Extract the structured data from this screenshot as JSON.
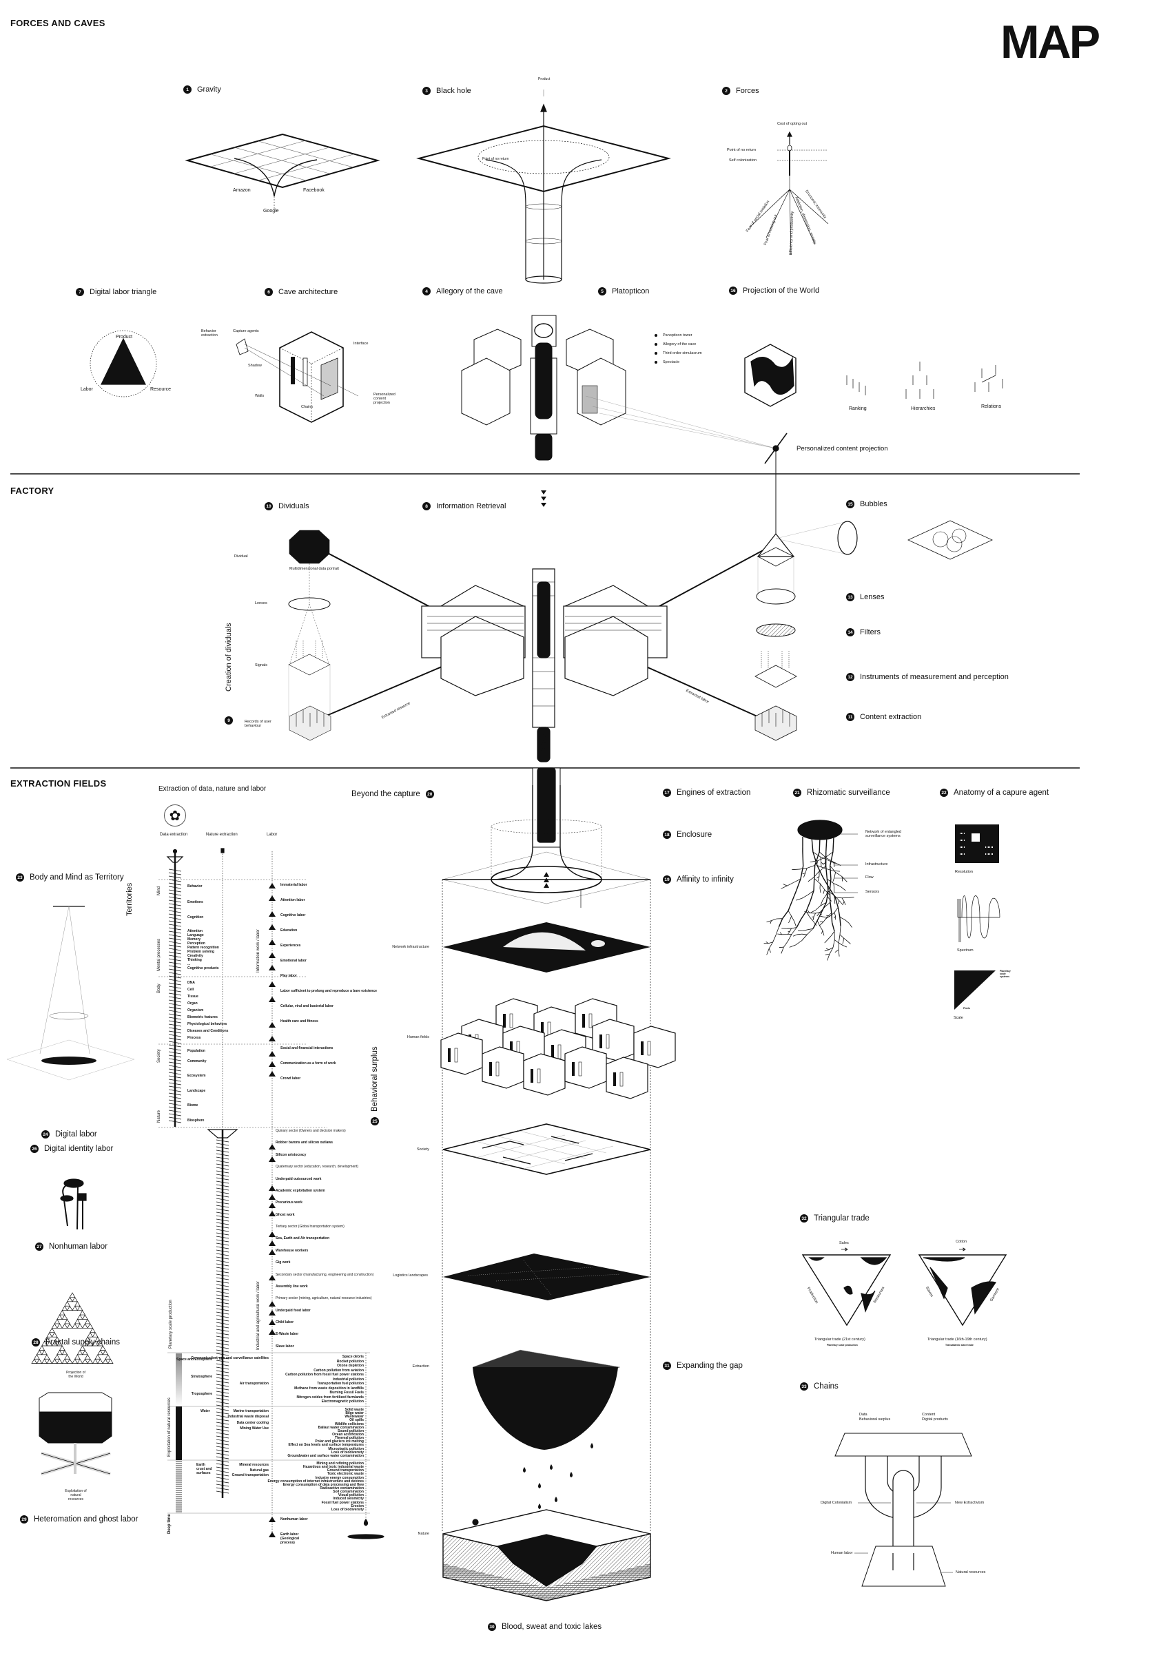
{
  "title": "MAP",
  "sections": {
    "forces": "FORCES AND CAVES",
    "factory": "FACTORY",
    "extraction": "EXTRACTION FIELDS"
  },
  "items": {
    "gravity": {
      "num": "1",
      "label": "Gravity"
    },
    "forces": {
      "num": "2",
      "label": "Forces"
    },
    "black_hole": {
      "num": "3",
      "label": "Black hole"
    },
    "allegory": {
      "num": "4",
      "label": "Allegory of the cave"
    },
    "platopticon": {
      "num": "5",
      "label": "Platopticon"
    },
    "cave_architecture": {
      "num": "6",
      "label": "Cave architecture"
    },
    "digital_labor_triangle": {
      "num": "7",
      "label": "Digital labor triangle"
    },
    "information_retrieval": {
      "num": "8",
      "label": "Information Retrieval"
    },
    "creation_of_dividuals": {
      "num": "9",
      "label": "Creation of dividuals"
    },
    "dividuals": {
      "num": "10",
      "label": "Dividuals"
    },
    "content_extraction": {
      "num": "11",
      "label": "Content extraction"
    },
    "instruments": {
      "num": "12",
      "label": "Instruments of measurement and perception"
    },
    "lenses": {
      "num": "13",
      "label": "Lenses"
    },
    "filters": {
      "num": "14",
      "label": "Filters"
    },
    "bubbles": {
      "num": "15",
      "label": "Bubbles"
    },
    "projection_world": {
      "num": "16",
      "label": "Projection of the World"
    },
    "engines": {
      "num": "17",
      "label": "Engines of extraction"
    },
    "enclosure": {
      "num": "18",
      "label": "Enclosure"
    },
    "affinity": {
      "num": "19",
      "label": "Affinity to infinity"
    },
    "beyond_capture": {
      "num": "20",
      "label": "Beyond the capture"
    },
    "rhizomatic": {
      "num": "21",
      "label": "Rhizomatic surveillance"
    },
    "anatomy": {
      "num": "22",
      "label": "Anatomy of a capure agent"
    },
    "body_mind": {
      "num": "23",
      "label": "Body and Mind as Territory"
    },
    "digital_labor": {
      "num": "24",
      "label": "Digital labor"
    },
    "behavioral_surplus": {
      "num": "25",
      "label": "Behavioral surplus"
    },
    "digital_identity": {
      "num": "26",
      "label": "Digital identity labor"
    },
    "nonhuman": {
      "num": "27",
      "label": "Nonhuman labor"
    },
    "fractal": {
      "num": "28",
      "label": "Fractal supply chains"
    },
    "heteromation": {
      "num": "29",
      "label": "Heteromation and ghost labor"
    },
    "blood": {
      "num": "30",
      "label": "Blood, sweat and toxic lakes"
    },
    "expanding_gap": {
      "num": "31",
      "label": "Expanding the gap"
    },
    "triangular_trade": {
      "num": "32",
      "label": "Triangular trade"
    },
    "chains": {
      "num": "33",
      "label": "Chains"
    }
  },
  "forces_caves": {
    "gravity_labels": [
      "Amazon",
      "Facebook",
      "Google"
    ],
    "black_hole_labels": {
      "product": "Product",
      "point": "Point of no return"
    },
    "forces_labels": {
      "cost": "Cost of opting out",
      "point": "Point of no return",
      "self": "Self colonization",
      "rays": [
        "Fear of social isolation",
        "Fear of missing out",
        "Efficiency and productivity",
        "Addiction, depression, anxiety",
        "Economic insecurity"
      ]
    },
    "triangle_labels": {
      "top": "Product",
      "left": "Labor",
      "right": "Resource"
    },
    "cave_labels": {
      "behavior": "Behavior extraction",
      "capture": "Capture agents",
      "interface": "Interface",
      "shadow": "Shadow",
      "walls": "Walls",
      "chains": "Chains",
      "projection": "Personalized content projection"
    },
    "platopticon_legend": [
      "Panopticon tower",
      "Allegory of the cave",
      "Third order simulacrum",
      "Spectacle"
    ],
    "world_labels": [
      "Ranking",
      "Hierarchies",
      "Relations"
    ],
    "personalized": "Personalized content projection"
  },
  "factory": {
    "dividual": "Dividual",
    "portrait": "Multidimensional data portrait",
    "lenses": "Lenses",
    "signals": "Signals",
    "records": "Records of user behaviour",
    "extracted_resource": "Extracted resource",
    "extracted_labor": "Extracted labor"
  },
  "extraction": {
    "title": "Extraction of data, nature and labor",
    "columns": [
      "Data extraction",
      "Nature extraction",
      "Labor"
    ],
    "territories": "Territories",
    "bands": [
      "Mind",
      "Mental processes",
      "Body",
      "Society",
      "Nature"
    ],
    "data_mind": [
      "Behavior",
      "Emotions",
      "Cognition"
    ],
    "data_mental": [
      "Attention",
      "Language",
      "Memory",
      "Perception",
      "Pattern recognition",
      "Problem solving",
      "Creativity",
      "Thinking",
      "...",
      "Cognitive products"
    ],
    "data_body": [
      "DNA",
      "Cell",
      "Tissue",
      "Organ",
      "Organism",
      "Biometric features",
      "Physiological behaviors",
      "Diseases and Conditions",
      "Process"
    ],
    "data_society": [
      "Population",
      "Community"
    ],
    "data_nature": [
      "Ecosystem",
      "Landscape",
      "Biome",
      "Biosphere"
    ],
    "info_work": "Information work / labor",
    "info_labor": [
      "Immaterial labor",
      "Attention labor",
      "Cognitive labor",
      "Education",
      "Experiences",
      "Emotional labor",
      "Play labor",
      "Labor sufficient to prolong and reproduce a bare existence",
      "Cellular, viral and bacterial labor",
      "Health care and fitness",
      "",
      "Social and financial interactions",
      "Communication as a form of work",
      "Crowd labor"
    ],
    "industrial_work": "Industrial and agricultural work / labor",
    "industrial_labor": [
      {
        "sector": "Quinary sector (Owners and decision makers)"
      },
      {
        "label": "Robber barons and silicon outlaws"
      },
      {
        "label": "Silicon aristocracy"
      },
      {
        "sector": "Quaternary sector (education, research, development)"
      },
      {
        "label": "Underpaid outsourced work"
      },
      {
        "label": "Academic exploitation system"
      },
      {
        "label": "Precarious work"
      },
      {
        "label": "Ghost work"
      },
      {
        "sector": "Tertiary sector (Global transportation system)"
      },
      {
        "label": "Sea, Earth and Air transportation"
      },
      {
        "label": "Warehouse workers"
      },
      {
        "label": "Gig work"
      },
      {
        "sector": "Secondary sector (manufacturing, engineering and construction)"
      },
      {
        "label": "Assembly line work"
      },
      {
        "sector": "Primary sector (mining, agriculture, natural resource industries)"
      },
      {
        "label": "Underpaid food labor"
      },
      {
        "label": "Child labor"
      },
      {
        "label": "E-Waste labor"
      },
      {
        "label": "Slave labor"
      }
    ],
    "planetary": "Planetary scale production",
    "exploitation": "Exploitation of natural resources",
    "deep_time": "Deep time",
    "air_spheres": [
      "Space and Exosphere",
      "Stratosphere",
      "Troposphere"
    ],
    "air_uses": [
      "Communication, gps and surveillance satellites",
      "Air transportation"
    ],
    "air_effects": [
      "Space debris",
      "Rocket pollution",
      "Ozone depletion",
      "Carbon pollution from aviation",
      "Carbon pollution from fossil fuel power stations",
      "Industrial pollution",
      "Transportation fuel pollution",
      "Methane from waste deposition in landfills",
      "Burning Fossil Fuels",
      "Nitrogen oxides from fertilized farmlands",
      "Electromagnetic pollution"
    ],
    "water": "Water",
    "water_uses": [
      "Marine transportation",
      "Industrial waste disposal",
      "Data center cooling",
      "Mining Water Use"
    ],
    "water_effects": [
      "Solid waste",
      "Bilge water",
      "Wastewater",
      "Oil spills",
      "Wildlife collisions",
      "Ballast water contamination",
      "Sound pollution",
      "Ocean acidification",
      "Thermal pollution",
      "Polar and glaciers ice melting",
      "Effect on Sea levels and surface temperatures",
      "Microplastic pollution",
      "Loss of biodiversity",
      "Groundwater and surface water contamination"
    ],
    "earth": "Earth crust and surfaces",
    "earth_uses": [
      "Mineral resources",
      "Natural gas",
      "Ground transportation"
    ],
    "earth_effects": [
      "Mining and refining pollution",
      "Hazardous and toxic industrial waste",
      "Ground transportation",
      "Toxic electronic waste",
      "Industry energy consumption",
      "Energy consumption of internet infrastructure and devices",
      "Energy consumption of data processing and flow",
      "Radioactive contamination",
      "Soil contamination",
      "Visual pollution",
      "Induced seismicity",
      "Fossil fuel power stations",
      "Erosion",
      "Loss of biodiversity"
    ],
    "deep_labor": [
      "Nonhuman labor",
      "Earth labor (Geological process)"
    ],
    "layers": [
      "Network infrastructure",
      "Human fields",
      "Society",
      "Logistics landscapes",
      "Extraction",
      "Nature"
    ],
    "panopticon_top": "Projection of the World",
    "panopticon_bottom": "Exploitation of natural resources",
    "rhizome_labels": [
      "Network of entangled surveillance systems",
      "Infrastructure",
      "Flow",
      "Sensors"
    ],
    "anatomy_labels": {
      "resolution": "Resolution",
      "spectrum": "Spectrum",
      "scale": "Scale",
      "planetary": "Planetary scale systems",
      "pixels": "Pixels"
    },
    "trade": {
      "t1": {
        "top": "Sales",
        "left": "Production",
        "right": "Resources",
        "title": "Triangular trade (21st century)",
        "sub": "Planetary scale production"
      },
      "t2": {
        "top": "Cotton",
        "left": "Slaves",
        "right": "Garment",
        "title": "Triangular trade (16th-19th century)",
        "sub": "Transatlantic slave trade"
      }
    },
    "chains_labels": {
      "data": "Data",
      "surplus": "Behavioral surplus",
      "content": "Content",
      "products": "Digital products",
      "colonialism": "Digital Colonialism",
      "extractivism": "New Extractivism",
      "human": "Human labor",
      "natural": "Natural resources"
    }
  }
}
